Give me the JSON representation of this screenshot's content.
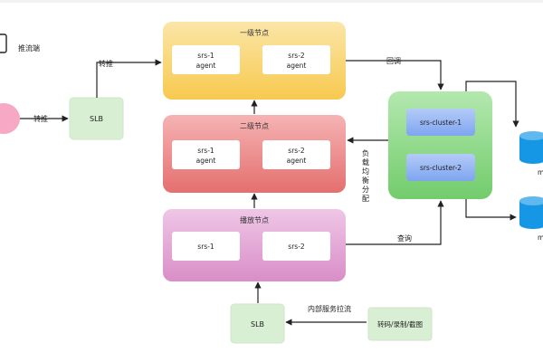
{
  "colors": {
    "tier1": "#fbd77d",
    "tier2": "#ee8a8a",
    "playback": "#e2a6d4",
    "cluster_bg": "#8ed88a",
    "cluster_item": "#93b4f4",
    "slb": "#d8efd3",
    "db": "#1597e5",
    "cloud": "#f6a8c4"
  },
  "push_client": {
    "label": "推流端"
  },
  "relay_1": "转推",
  "relay_2": "转推",
  "slb_top": "SLB",
  "slb_bottom": "SLB",
  "tier1": {
    "title": "一级节点",
    "node1": {
      "line1": "srs-1",
      "line2": "agent"
    },
    "node2": {
      "line1": "srs-2",
      "line2": "agent"
    }
  },
  "tier2": {
    "title": "二级节点",
    "node1": {
      "line1": "srs-1",
      "line2": "agent"
    },
    "node2": {
      "line1": "srs-2",
      "line2": "agent"
    }
  },
  "playback": {
    "title": "播放节点",
    "node1": "srs-1",
    "node2": "srs-2"
  },
  "cluster": {
    "item1": "srs-cluster-1",
    "item2": "srs-cluster-2"
  },
  "callback": "回调",
  "load_balance": [
    "负",
    "载",
    "均",
    "衡",
    "分",
    "配"
  ],
  "query": "查询",
  "internal_pull": "内部服务拉流",
  "transcode": "转码/录制/截图",
  "db_label_1": "m",
  "db_label_2": "m"
}
